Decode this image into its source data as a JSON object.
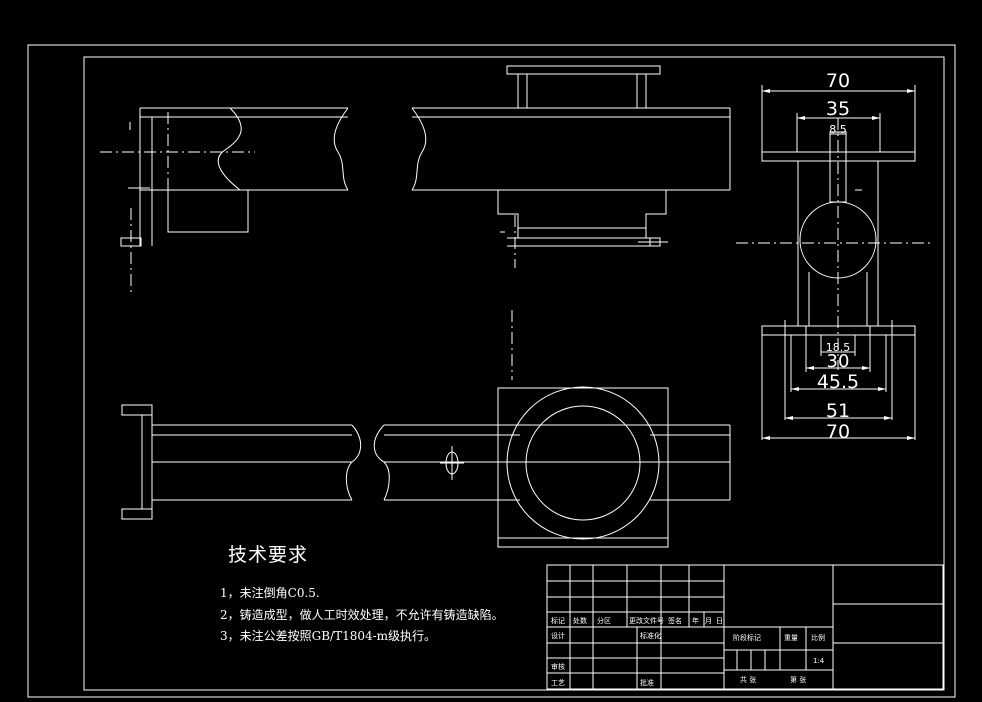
{
  "technical_requirements": {
    "title": "技术要求",
    "items": [
      "1，未注倒角C0.5.",
      "2，铸造成型，做人工时效处理，不允许有铸造缺陷。",
      "3，未注公差按照GB/T1804-m级执行。"
    ]
  },
  "dimensions": {
    "top_width_outer": "70",
    "top_width_inner": "35",
    "slot_width": "8.5",
    "bottom_d1": "18.5",
    "bottom_d2": "30",
    "bottom_d3": "45.5",
    "bottom_d4": "51",
    "bottom_d5": "70"
  },
  "title_block": {
    "row_labels": [
      "标记",
      "处数",
      "分区",
      "更改文件号",
      "签名",
      "年",
      "月",
      "日"
    ],
    "design": "设计",
    "standardize": "标准化",
    "review": "审核",
    "process": "工艺",
    "approve": "批准",
    "stage_mark": "阶段标记",
    "weight": "重量",
    "scale_label": "比例",
    "scale_value": "1:4",
    "sheet_total": "共 张",
    "sheet_no": "第 张"
  },
  "colors": {
    "background": "#000000",
    "line": "#ffffff"
  }
}
